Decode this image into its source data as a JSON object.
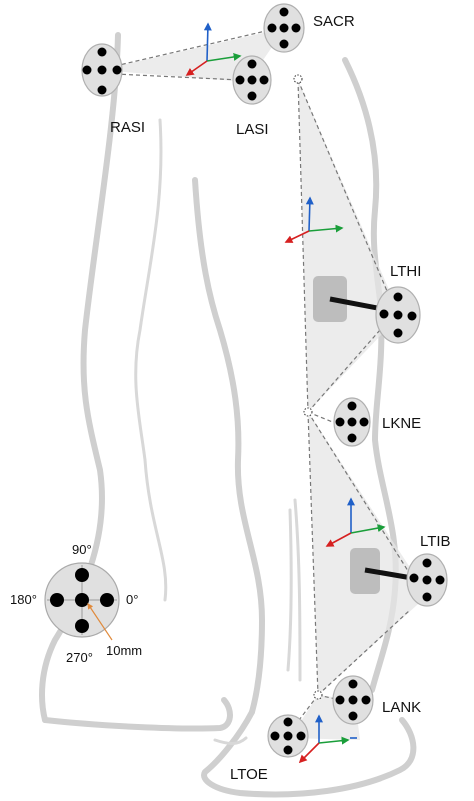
{
  "markers": {
    "sacr": "SACR",
    "rasi": "RASI",
    "lasi": "LASI",
    "lthi": "LTHI",
    "lkne": "LKNE",
    "ltib": "LTIB",
    "lank": "LANK",
    "ltoe": "LTOE"
  },
  "legend": {
    "angle_90": "90°",
    "angle_180": "180°",
    "angle_0": "0°",
    "angle_270": "270°",
    "distance": "10mm"
  },
  "colors": {
    "axis_x": "#1a9e3a",
    "axis_y": "#d62020",
    "axis_z": "#2060c8"
  }
}
